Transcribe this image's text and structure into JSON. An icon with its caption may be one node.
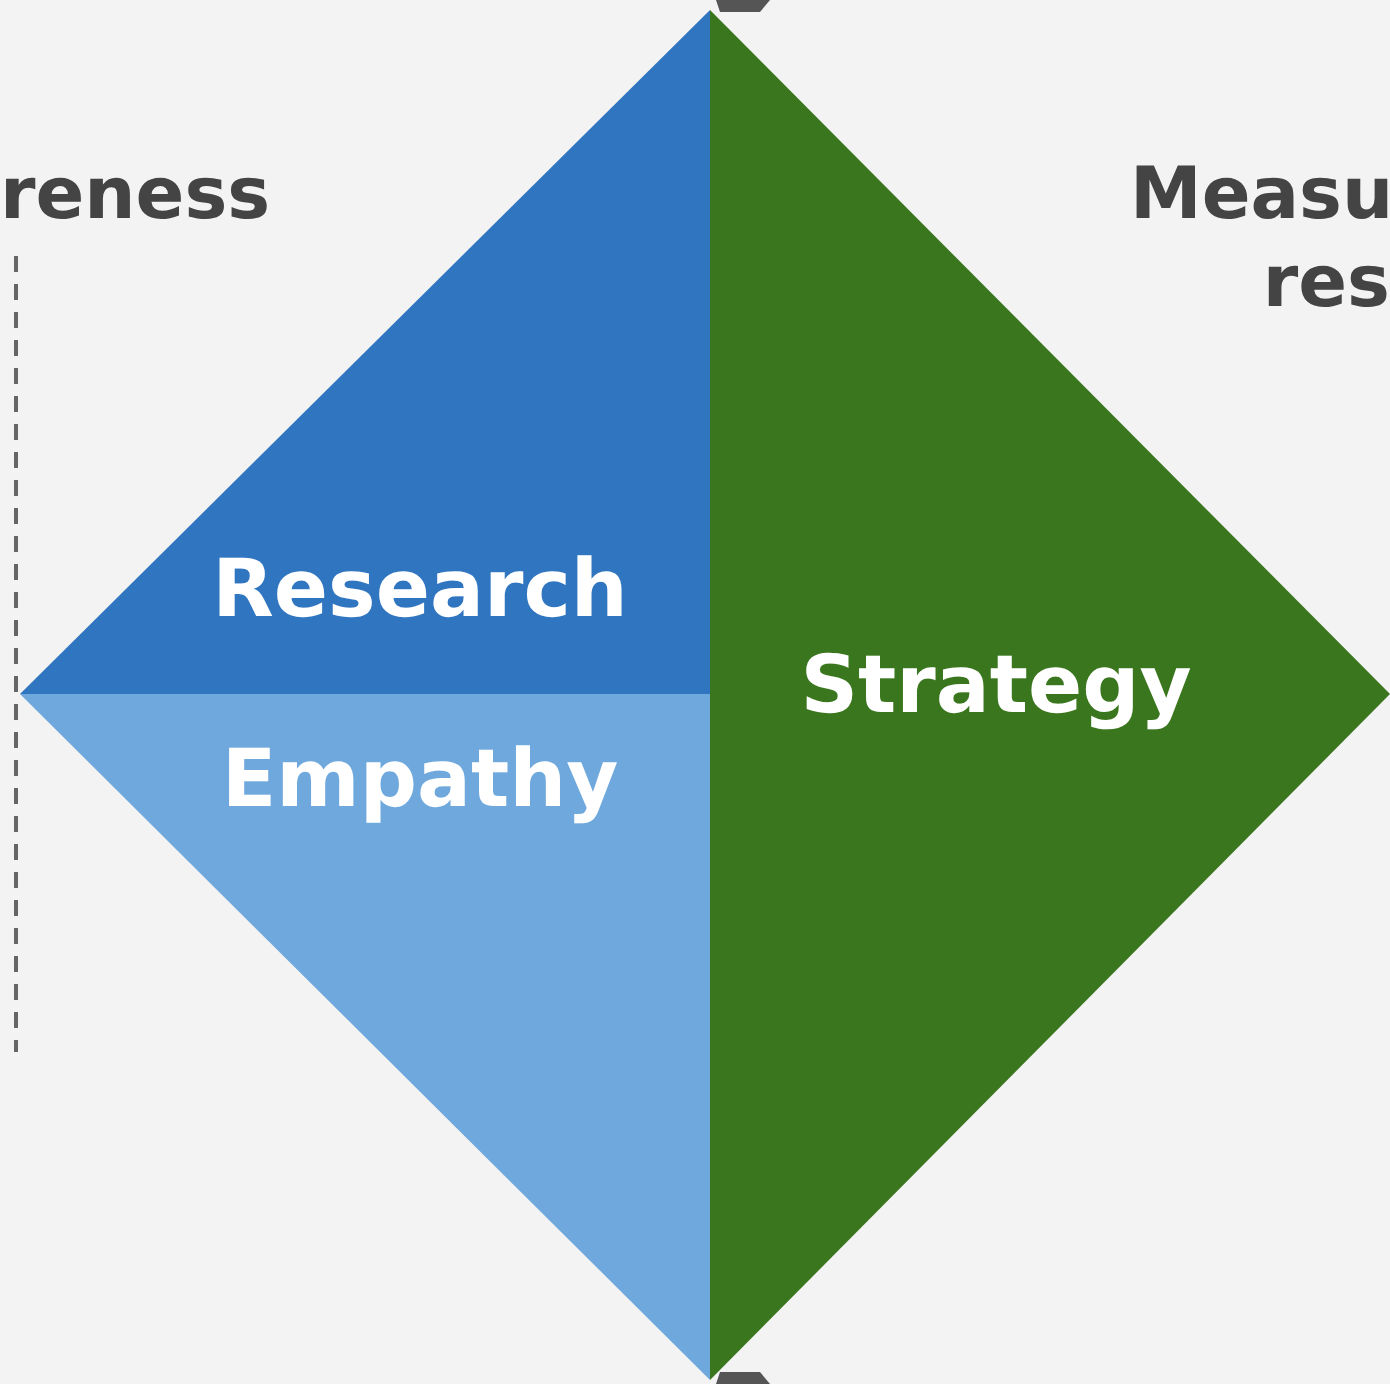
{
  "diagram": {
    "nodes": [
      {
        "text": [
          "Research"
        ]
      },
      {
        "text": [
          "Empathy"
        ]
      },
      {
        "text": [
          "Strategy"
        ]
      }
    ],
    "labels": [
      "reness",
      "Measu res"
    ]
  }
}
